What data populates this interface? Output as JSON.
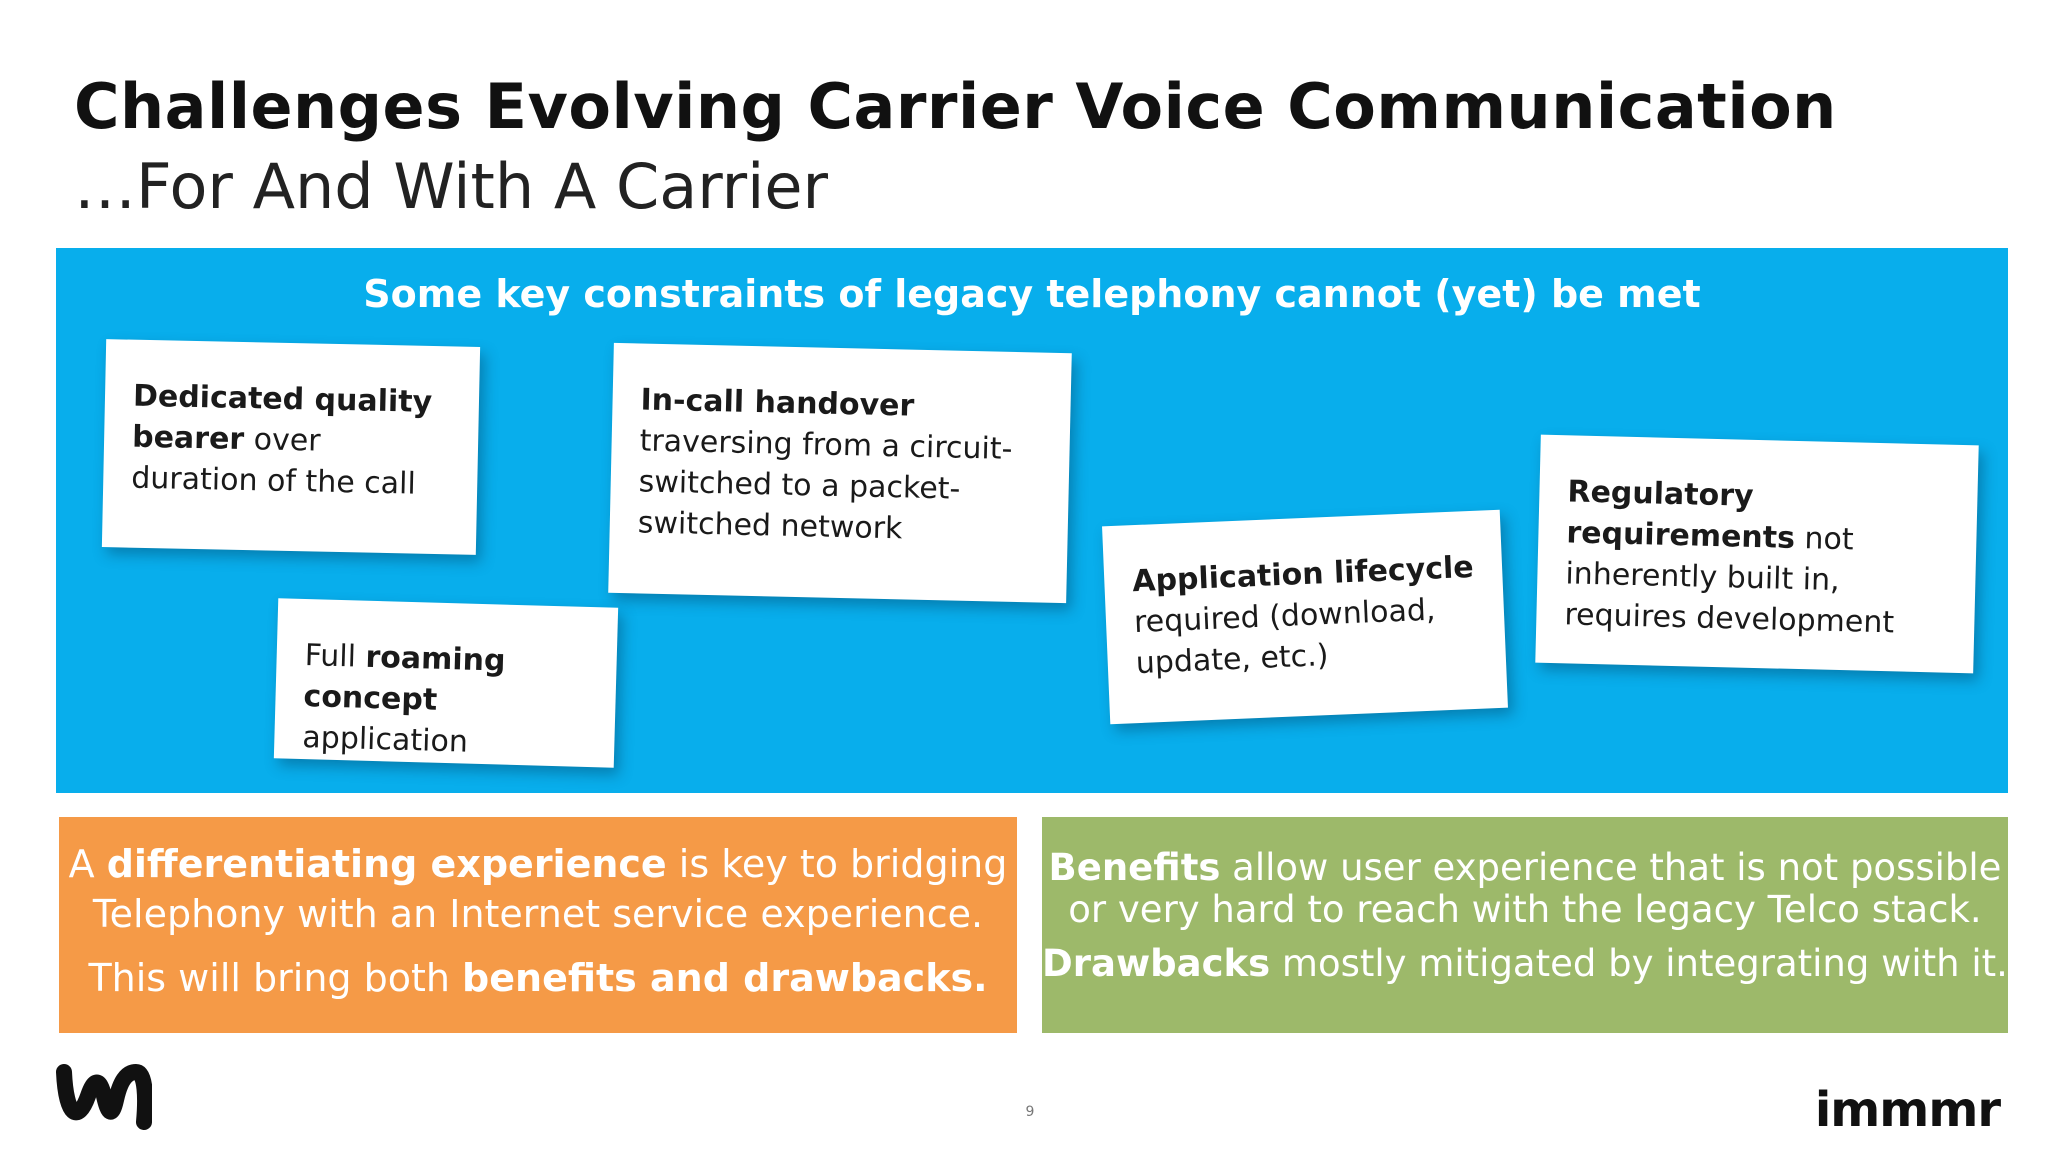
{
  "slide": {
    "title": "Challenges Evolving Carrier Voice Communication",
    "subtitle": "…For And With A Carrier",
    "page_number": "9"
  },
  "constraints_panel": {
    "heading": "Some key constraints of legacy telephony cannot (yet) be met",
    "notes": [
      {
        "bold": "Dedicated quality bearer",
        "text": " over duration of the call"
      },
      {
        "bold": "In-call handover",
        "text": " traversing from a circuit-switched to a packet-switched network"
      },
      {
        "pre": "Full ",
        "bold": "roaming concept",
        "text": " application"
      },
      {
        "bold": "Application lifecycle",
        "text": " required (download, update, etc.)"
      },
      {
        "bold": "Regulatory requirements",
        "text": " not inherently built in, requires development"
      }
    ]
  },
  "orange_box": {
    "line1_pre": "A ",
    "line1_bold": "differentiating experience",
    "line1_post": " is key to bridging",
    "line2": "Telephony with an Internet service experience.",
    "line3_pre": "This will bring both ",
    "line3_bold": "benefits and drawbacks."
  },
  "green_box": {
    "line1_bold": "Benefits",
    "line1_post": " allow user experience that is not possible",
    "line2": "or very hard to reach with the legacy Telco stack.",
    "line3_bold": "Drawbacks",
    "line3_post": " mostly mitigated by integrating with it."
  },
  "branding": {
    "left_logo_icon": "m-wave-logo-icon",
    "right_logo_text": "immmr"
  },
  "colors": {
    "panel_blue": "#08aeec",
    "orange": "#f59a47",
    "green": "#9db96a"
  }
}
